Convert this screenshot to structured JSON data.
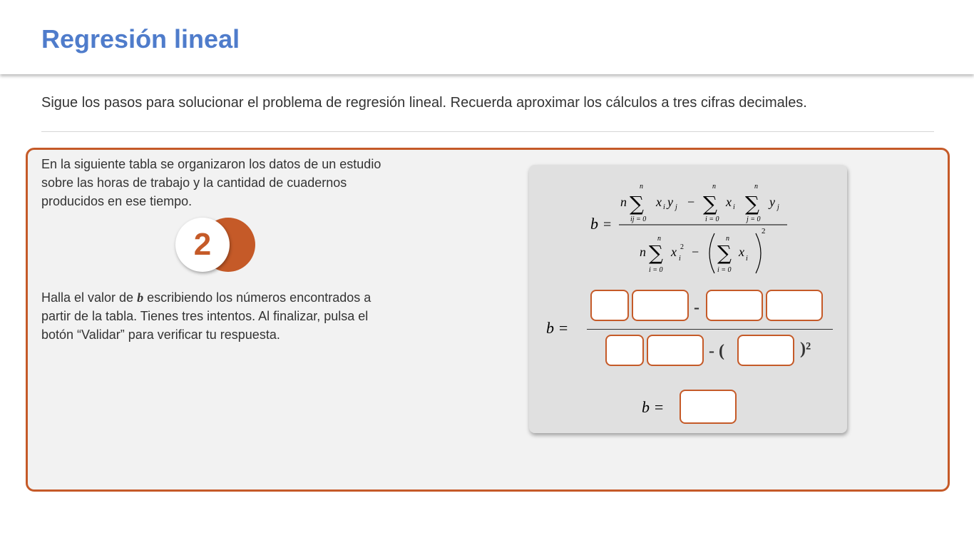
{
  "header": {
    "title": "Regresión lineal"
  },
  "instructions": "Sigue los pasos para solucionar el problema de regresión lineal. Recuerda aproximar los cálculos a tres cifras decimales.",
  "panel": {
    "intro": "En la siguiente tabla se organizaron los datos de un estudio sobre las horas de trabajo y la cantidad de cuadernos producidos en ese tiempo.",
    "step_number": "2",
    "task_before": "Halla el valor de ",
    "task_variable": "b",
    "task_after": " escribiendo los números encontrados a partir de la tabla. Tienes tres intentos. Al finalizar, pulsa el botón “Validar” para verificar tu respuesta."
  },
  "formula": {
    "b_label": "b =",
    "minus": "-",
    "open_paren": "- (",
    "close_paren_squared": ")²",
    "inputs": {
      "num_n": "",
      "num_sum_xy": "",
      "num_sum_x": "",
      "num_sum_y": "",
      "den_n": "",
      "den_sum_x2": "",
      "den_sum_x": "",
      "result_b": ""
    }
  },
  "colors": {
    "accent": "#c55a28",
    "title_blue": "#4f7ccb",
    "panel_bg": "#f2f2f2",
    "card_bg": "#e0e0e0"
  }
}
